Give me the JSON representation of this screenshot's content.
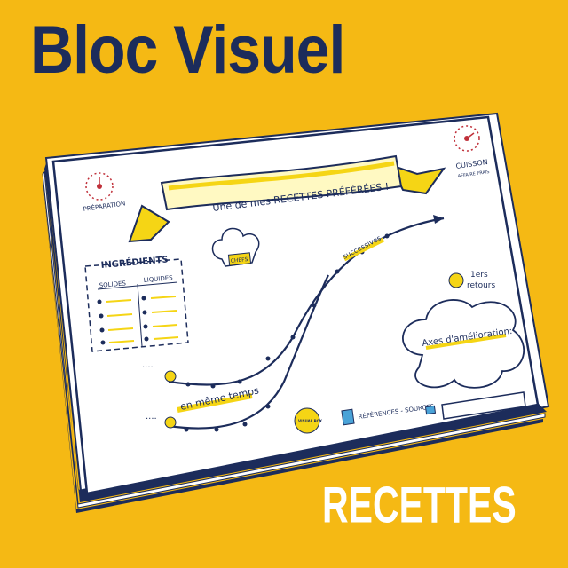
{
  "header": {
    "title": "Bloc Visuel"
  },
  "footer": {
    "subtitle": "RECETTES"
  },
  "board": {
    "banner_text": "Une de mes  RECETTES PRÉFÉRÉES !",
    "preparation_label": "PRÉPARATION",
    "cuisson_label": "CUISSON",
    "cuisson_note": "AFFAIRE FRAIS",
    "chef_hat_label": "CHEFS",
    "ingredients": {
      "title": "INGRÉDIENTS",
      "col_solides": "SOLIDES",
      "col_liquides": "LIQUIDES"
    },
    "successives_label": "successives",
    "en_meme_temps_label": "en même temps",
    "retours": {
      "line1": "1ers",
      "line2": "retours"
    },
    "axes_label": "Axes d'amélioration:",
    "references_label": "RÉFÉRENCES - SOURCES",
    "logo_text": "VISUAL BOX",
    "dots": "...."
  },
  "colors": {
    "background": "#f5b914",
    "navy": "#1c2c5b",
    "yellow": "#f5d515",
    "red": "#c0303a",
    "white": "#ffffff"
  }
}
